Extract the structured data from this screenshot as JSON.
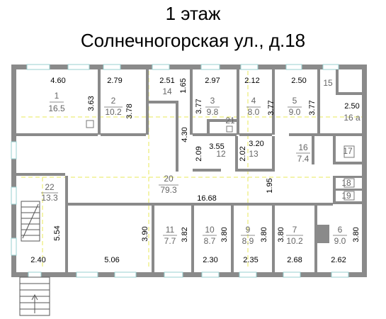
{
  "header": {
    "floor": "1 этаж",
    "address": "Солнечногорская ул.,  д.18"
  },
  "colors": {
    "wall": "#8a8a8a",
    "window": "#9ad1d1",
    "guide": "#e8e85a",
    "text": "#000000",
    "room_text": "#666666"
  },
  "rooms": [
    {
      "id": "1",
      "num": "1",
      "area": "16.5"
    },
    {
      "id": "2",
      "num": "2",
      "area": "10.2"
    },
    {
      "id": "3",
      "num": "3",
      "area": "9.8"
    },
    {
      "id": "4",
      "num": "4",
      "area": "8.0"
    },
    {
      "id": "5",
      "num": "5",
      "area": "9.0"
    },
    {
      "id": "6",
      "num": "6",
      "area": "9.0"
    },
    {
      "id": "7",
      "num": "7",
      "area": "10.2"
    },
    {
      "id": "9",
      "num": "9",
      "area": "8.9"
    },
    {
      "id": "10",
      "num": "10",
      "area": "8.7"
    },
    {
      "id": "11",
      "num": "11",
      "area": "7.7"
    },
    {
      "id": "12",
      "num": "12"
    },
    {
      "id": "13",
      "num": "13"
    },
    {
      "id": "14",
      "num": "14"
    },
    {
      "id": "15",
      "num": "15"
    },
    {
      "id": "16",
      "num": "16",
      "area": "7.4"
    },
    {
      "id": "16a",
      "num": "16 а"
    },
    {
      "id": "17",
      "num": "17"
    },
    {
      "id": "18",
      "num": "18"
    },
    {
      "id": "19",
      "num": "19"
    },
    {
      "id": "20",
      "num": "20",
      "area": "79.3"
    },
    {
      "id": "21",
      "num": "21"
    },
    {
      "id": "22",
      "num": "22",
      "area": "13.3"
    }
  ],
  "dimensions": {
    "d_460": "4.60",
    "d_279": "2.79",
    "d_251": "2.51",
    "d_297": "2.97",
    "d_212": "2.12",
    "d_250a": "2.50",
    "d_363": "3.63",
    "d_378": "3.78",
    "d_165": "1.65",
    "d_377a": "3.77",
    "d_377b": "3.77",
    "d_377c": "3.77",
    "d_250b": "2.50",
    "d_430": "4.30",
    "d_355": "3.55",
    "d_320": "3.20",
    "d_209": "2.09",
    "d_202": "2.02",
    "d_195": "1.95",
    "d_1668": "16.68",
    "d_554": "5.54",
    "d_390": "3.90",
    "d_382": "3.82",
    "d_380a": "3.80",
    "d_380b": "3.80",
    "d_380c": "3.80",
    "d_380d": "3.80",
    "d_240": "2.40",
    "d_506": "5.06",
    "d_230": "2.30",
    "d_235": "2.35",
    "d_268": "2.68",
    "d_262": "2.62"
  }
}
